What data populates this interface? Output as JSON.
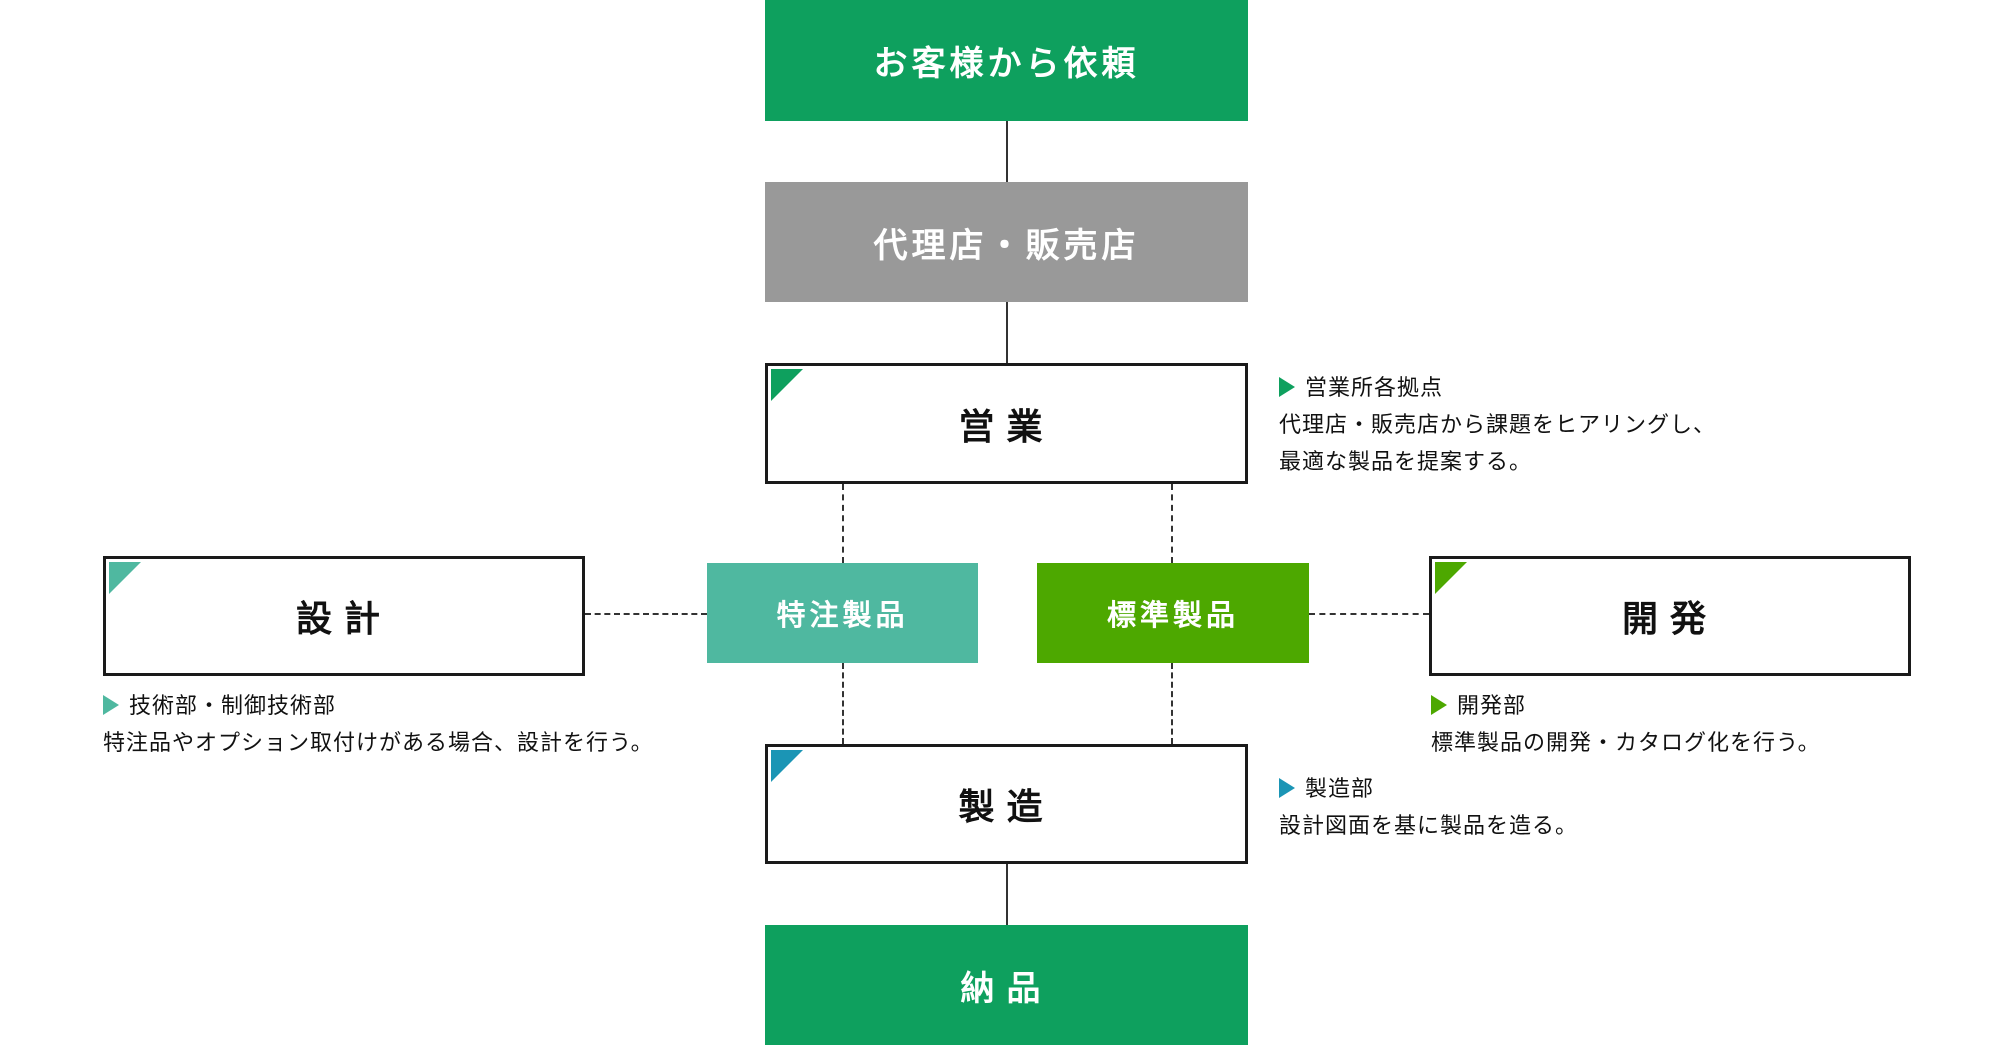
{
  "colors": {
    "green": "#0ea05e",
    "gray": "#999999",
    "teal": "#4fb8a0",
    "lime": "#4da800",
    "eigyo_corner": "#0ea05e",
    "sekkei_corner": "#4fb8a0",
    "kaihatsu_corner": "#4da800",
    "seizo_corner": "#1b95b5"
  },
  "nodes": {
    "request": "お客様から依頼",
    "agency": "代理店・販売店",
    "sales": "営業",
    "design": "設計",
    "development": "開発",
    "custom": "特注製品",
    "standard": "標準製品",
    "manufacturing": "製造",
    "delivery": "納品"
  },
  "descriptions": {
    "sales": {
      "heading": "営業所各拠点",
      "lines": [
        "代理店・販売店から課題をヒアリングし、",
        "最適な製品を提案する。"
      ]
    },
    "design": {
      "heading": "技術部・制御技術部",
      "lines": [
        "特注品やオプション取付けがある場合、設計を行う。"
      ]
    },
    "development": {
      "heading": "開発部",
      "lines": [
        "標準製品の開発・カタログ化を行う。"
      ]
    },
    "manufacturing": {
      "heading": "製造部",
      "lines": [
        "設計図面を基に製品を造る。"
      ]
    }
  }
}
